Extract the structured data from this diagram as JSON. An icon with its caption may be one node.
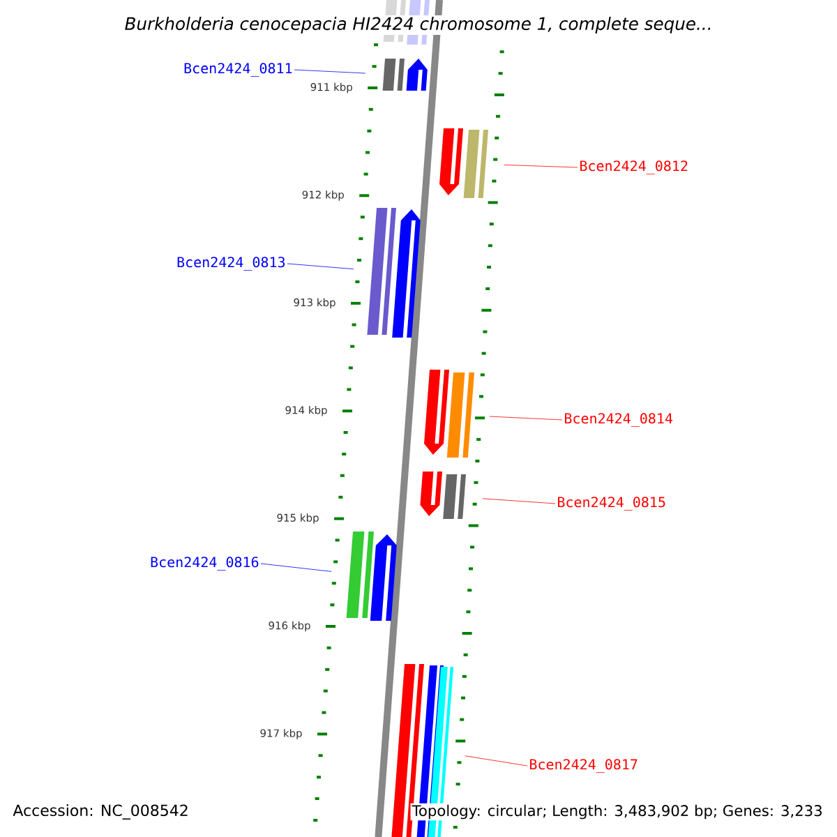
{
  "diagram": {
    "title": "Burkholderia cenocepacia HI2424 chromosome 1, complete seque...",
    "nodes": [
      {
        "text": [
          "Bcen2424_0811"
        ]
      },
      {
        "text": [
          "Bcen2424_0812"
        ]
      },
      {
        "text": [
          "Bcen2424_0813"
        ]
      },
      {
        "text": [
          "Bcen2424_0814"
        ]
      },
      {
        "text": [
          "Bcen2424_0815"
        ]
      },
      {
        "text": [
          "Bcen2424_0816"
        ]
      },
      {
        "text": [
          "Bcen2424_0817"
        ]
      },
      {
        "text": [],
        "shape": "bar"
      },
      {
        "text": [],
        "shape": "bar"
      },
      {
        "text": [],
        "shape": "bar"
      },
      {
        "text": [],
        "shape": "bar"
      },
      {
        "text": [],
        "shape": "bar"
      },
      {
        "text": [],
        "shape": "bar"
      },
      {
        "text": [],
        "shape": "bar"
      }
    ],
    "edges": [
      {
        "from": 0,
        "to": 7,
        "arrow": "none",
        "color": "#0000ff"
      },
      {
        "from": 1,
        "to": 8,
        "arrow": "none"
      },
      {
        "from": 2,
        "to": 9,
        "arrow": "none",
        "color": "#0000ff"
      },
      {
        "from": 3,
        "to": 10,
        "arrow": "none"
      },
      {
        "from": 4,
        "to": 11,
        "arrow": "none"
      },
      {
        "from": 5,
        "to": 12,
        "arrow": "none",
        "color": "#0000ff"
      },
      {
        "from": 6,
        "to": 13,
        "arrow": "none"
      }
    ],
    "labels": [
      "911 kbp",
      "912 kbp",
      "913 kbp",
      "914 kbp",
      "915 kbp",
      "916 kbp",
      "917 kbp",
      "Accession: NC_008542",
      "Topology: circular; Length: 3,483,902 bp; Genes: 3,233"
    ]
  }
}
